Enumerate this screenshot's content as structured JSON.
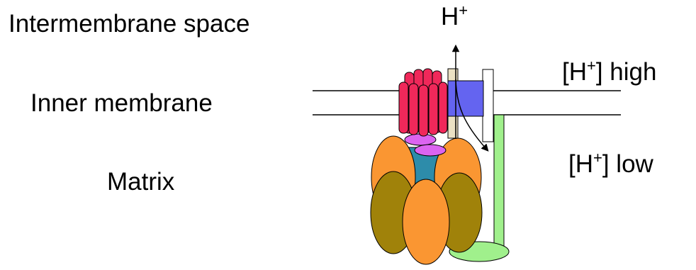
{
  "labels": {
    "intermembrane_space": "Intermembrane space",
    "inner_membrane": "Inner membrane",
    "matrix": "Matrix"
  },
  "proton": {
    "symbol": "H",
    "charge": "+"
  },
  "concentration": {
    "high": {
      "prefix": "[H",
      "charge": "+",
      "suffix": "] high"
    },
    "low": {
      "prefix": "[H",
      "charge": "+",
      "suffix": "] low"
    }
  },
  "colors": {
    "c_ring": "#f0285a",
    "a_subunit": "#6464f0",
    "b_stator": "#a0f08c",
    "alpha_subunit": "#fa9632",
    "beta_subunit": "#a0820a",
    "gamma_stalk": "#2d8caa",
    "epsilon_subunit": "#dc64f0",
    "tan_subunit": "#ebe1c3",
    "membrane_line": "#000000"
  }
}
